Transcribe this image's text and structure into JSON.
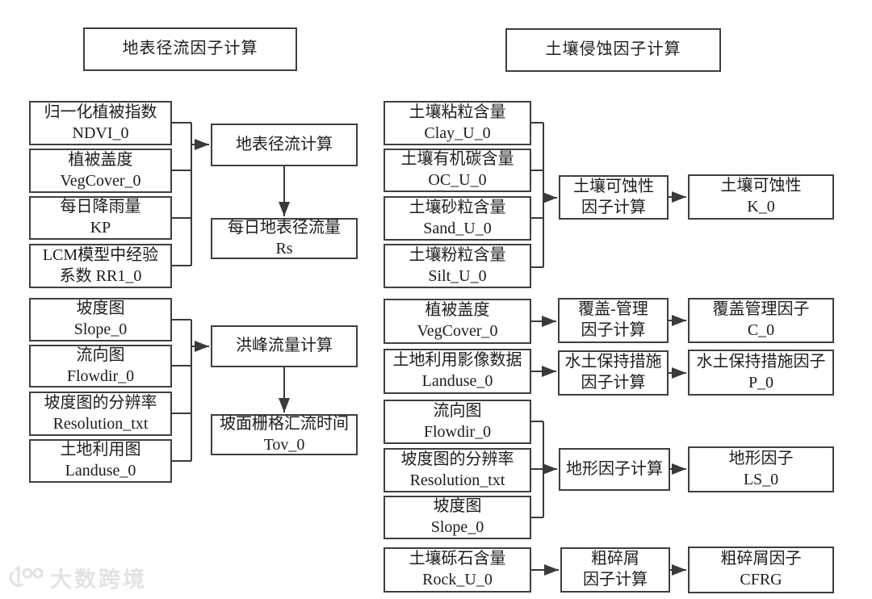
{
  "sections": {
    "left_title": "地表径流因子计算",
    "right_title": "土壤侵蚀因子计算"
  },
  "boxes": {
    "ndvi": {
      "l1": "归一化植被指数",
      "l2": "NDVI_0"
    },
    "vegcover_l": {
      "l1": "植被盖度",
      "l2": "VegCover_0"
    },
    "kp": {
      "l1": "每日降雨量",
      "l2": "KP"
    },
    "rr1": {
      "l1": "LCM模型中经验",
      "l2": "系数 RR1_0"
    },
    "proc_runoff": {
      "l1": "地表径流计算"
    },
    "out_rs": {
      "l1": "每日地表径流量",
      "l2": "Rs"
    },
    "slope_l": {
      "l1": "坡度图",
      "l2": "Slope_0"
    },
    "flowdir_l": {
      "l1": "流向图",
      "l2": "Flowdir_0"
    },
    "resolution_l": {
      "l1": "坡度图的分辨率",
      "l2": "Resolution_txt"
    },
    "landuse_l": {
      "l1": "土地利用图",
      "l2": "Landuse_0"
    },
    "proc_peak": {
      "l1": "洪峰流量计算"
    },
    "out_tov": {
      "l1": "坡面栅格汇流时间",
      "l2": "Tov_0"
    },
    "clay": {
      "l1": "土壤粘粒含量",
      "l2": "Clay_U_0"
    },
    "oc": {
      "l1": "土壤有机碳含量",
      "l2": "OC_U_0"
    },
    "sand": {
      "l1": "土壤砂粒含量",
      "l2": "Sand_U_0"
    },
    "silt": {
      "l1": "土壤粉粒含量",
      "l2": "Silt_U_0"
    },
    "proc_k": {
      "l1": "土壤可蚀性",
      "l2": "因子计算"
    },
    "out_k": {
      "l1": "土壤可蚀性",
      "l2": "K_0"
    },
    "vegcover_r": {
      "l1": "植被盖度",
      "l2": "VegCover_0"
    },
    "proc_c": {
      "l1": "覆盖-管理",
      "l2": "因子计算"
    },
    "out_c": {
      "l1": "覆盖管理因子",
      "l2": "C_0"
    },
    "landuse_r": {
      "l1": "土地利用影像数据",
      "l2": "Landuse_0"
    },
    "proc_p": {
      "l1": "水土保持措施",
      "l2": "因子计算"
    },
    "out_p": {
      "l1": "水土保持措施因子",
      "l2": "P_0"
    },
    "flowdir_r": {
      "l1": "流向图",
      "l2": "Flowdir_0"
    },
    "resolution_r": {
      "l1": "坡度图的分辨率",
      "l2": "Resolution_txt"
    },
    "slope_r": {
      "l1": "坡度图",
      "l2": "Slope_0"
    },
    "proc_ls": {
      "l1": "地形因子计算"
    },
    "out_ls": {
      "l1": "地形因子",
      "l2": "LS_0"
    },
    "rock": {
      "l1": "土壤砾石含量",
      "l2": "Rock_U_0"
    },
    "proc_cfrg": {
      "l1": "粗碎屑",
      "l2": "因子计算"
    },
    "out_cfrg": {
      "l1": "粗碎屑因子",
      "l2": "CFRG"
    }
  },
  "watermark": {
    "text": "大数跨境"
  },
  "colors": {
    "line": "#3a3a3a",
    "border": "#3f3f3f",
    "text": "#1c1c1c",
    "background": "#ffffff",
    "watermark": "#e3e3e3"
  }
}
